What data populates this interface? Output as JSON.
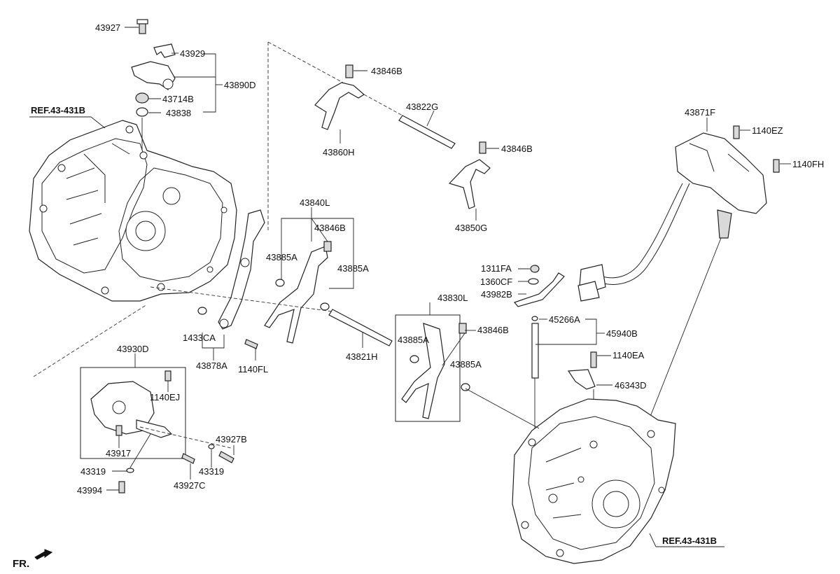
{
  "labels": {
    "p43927": "43927",
    "p43929": "43929",
    "p43890D": "43890D",
    "p43714B": "43714B",
    "p43838": "43838",
    "ref_left": "REF.43-431B",
    "p43846B_a": "43846B",
    "p43822G": "43822G",
    "p43860H": "43860H",
    "p43846B_b": "43846B",
    "p43850G": "43850G",
    "p43871F": "43871F",
    "p1140EZ": "1140EZ",
    "p1140FH": "1140FH",
    "p43840L": "43840L",
    "p43846B_c": "43846B",
    "p43885A_a": "43885A",
    "p43885A_b": "43885A",
    "p1311FA": "1311FA",
    "p1360CF": "1360CF",
    "p43982B": "43982B",
    "p43830L": "43830L",
    "p45266A": "45266A",
    "p45940B": "45940B",
    "p43846B_d": "43846B",
    "p43885A_c": "43885A",
    "p43885A_d": "43885A",
    "p1140EA": "1140EA",
    "p46343D": "46343D",
    "p43821H": "43821H",
    "p1433CA": "1433CA",
    "p43878A": "43878A",
    "p1140FL": "1140FL",
    "p43930D": "43930D",
    "p1140EJ": "1140EJ",
    "p43917": "43917",
    "p43927B": "43927B",
    "p43319_a": "43319",
    "p43319_b": "43319",
    "p43927C": "43927C",
    "p43994": "43994",
    "ref_right": "REF.43-431B",
    "fr": "FR."
  },
  "icons": {
    "front_arrow": "front-direction-arrow-icon"
  }
}
